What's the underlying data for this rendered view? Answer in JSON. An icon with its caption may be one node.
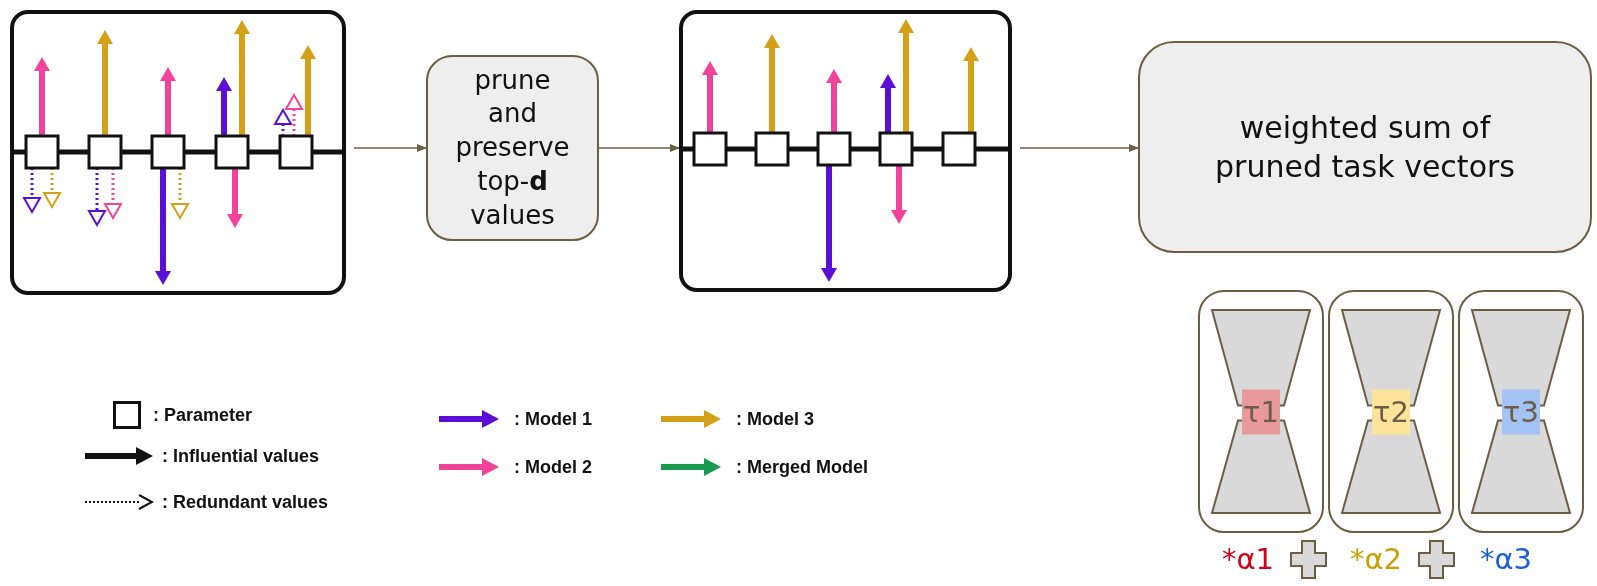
{
  "diagram": {
    "nodes": [
      {
        "text": [],
        "shape": "box"
      },
      {
        "text": [
          "prune and preserve top-**d** values"
        ]
      },
      {
        "text": [],
        "shape": "box"
      },
      {
        "text": [
          "weighted sum of pruned task vectors"
        ]
      },
      {
        "text": [
          "τ1"
        ]
      },
      {
        "text": [
          "τ2"
        ]
      },
      {
        "text": [
          "τ3"
        ]
      }
    ],
    "edges": [
      {
        "from": 0,
        "to": 1,
        "arrow": "to"
      },
      {
        "from": 1,
        "to": 2,
        "arrow": "to"
      },
      {
        "from": 2,
        "to": 3,
        "arrow": "to"
      }
    ],
    "labels": [
      "*α1",
      "*α2",
      "*α3"
    ],
    "legend": [
      {
        "text": ": Parameter"
      },
      {
        "text": ": Influential values"
      },
      {
        "text": ": Redundant values"
      },
      {
        "text": ": Model 1",
        "color": "#5b0fd6"
      },
      {
        "text": ": Model 2",
        "color": "#f0449a"
      },
      {
        "text": ": Model 3",
        "color": "#d4a017"
      },
      {
        "text": ": Merged Model",
        "color": "#1a9950"
      }
    ]
  }
}
